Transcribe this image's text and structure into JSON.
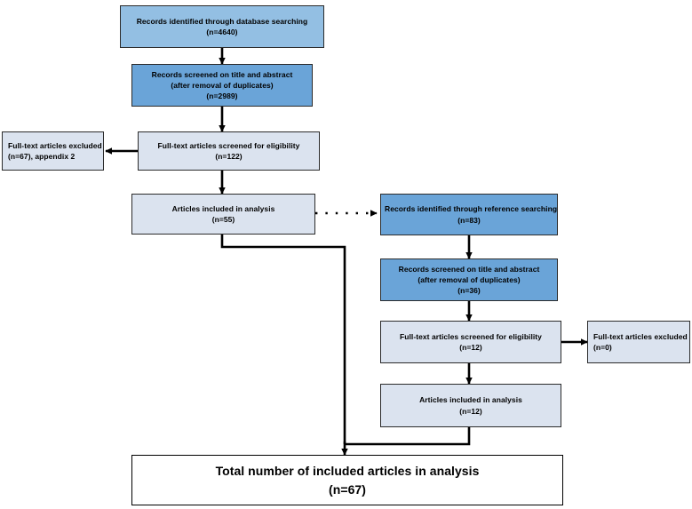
{
  "diagram": {
    "title": "PRISMA study selection flow diagram",
    "colors": {
      "blue_dark": "#6aa4d8",
      "blue_mid": "#93bfe3",
      "blue_pale": "#dbe3ef",
      "white": "#ffffff",
      "border": "#2b2b2b",
      "arrow": "#000000"
    },
    "nodes": {
      "db_search": {
        "line1": "Records identified through database searching",
        "line2": "(n=4640)"
      },
      "db_screened": {
        "line1": "Records screened on title and abstract",
        "line2": "(after removal of duplicates)",
        "line3": "(n=2989)"
      },
      "db_fulltext": {
        "line1": "Full-text articles screened for eligibility",
        "line2": "(n=122)"
      },
      "db_excluded": {
        "line1": "Full-text articles excluded",
        "line2": "(n=67), appendix 2"
      },
      "db_included": {
        "line1": "Articles included in analysis",
        "line2": "(n=55)"
      },
      "ref_search": {
        "line1": "Records identified through reference searching",
        "line2": "(n=83)"
      },
      "ref_screened": {
        "line1": "Records screened on title and abstract",
        "line2": "(after removal of duplicates)",
        "line3": "(n=36)"
      },
      "ref_fulltext": {
        "line1": "Full-text articles screened for eligibility",
        "line2": "(n=12)"
      },
      "ref_excluded": {
        "line1": "Full-text articles excluded",
        "line2": "(n=0)"
      },
      "ref_included": {
        "line1": "Articles included in analysis",
        "line2": "(n=12)"
      },
      "total": {
        "line1": "Total number of included articles in analysis",
        "line2": "(n=67)"
      }
    }
  }
}
